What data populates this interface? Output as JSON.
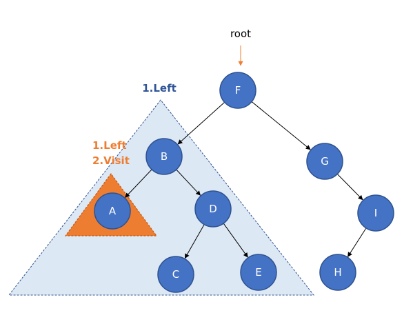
{
  "root_label": "root",
  "labels": {
    "outer_step1": "1.Left",
    "inner_step1": "1.Left",
    "inner_step2": "2.Visit"
  },
  "colors": {
    "node_fill": "#4472c4",
    "node_stroke": "#2f528f",
    "outer_region_fill": "#dde8f5",
    "outer_region_stroke": "#2f528f",
    "outer_label": "#2f5597",
    "inner_region_fill": "#ed7d31",
    "inner_label": "#ed7d31",
    "root_arrow": "#ed7d31"
  },
  "nodes": [
    {
      "id": "F",
      "label": "F"
    },
    {
      "id": "B",
      "label": "B"
    },
    {
      "id": "G",
      "label": "G"
    },
    {
      "id": "A",
      "label": "A"
    },
    {
      "id": "D",
      "label": "D"
    },
    {
      "id": "I",
      "label": "I"
    },
    {
      "id": "C",
      "label": "C"
    },
    {
      "id": "E",
      "label": "E"
    },
    {
      "id": "H",
      "label": "H"
    }
  ],
  "edges": [
    {
      "from": "F",
      "to": "B"
    },
    {
      "from": "F",
      "to": "G"
    },
    {
      "from": "B",
      "to": "A"
    },
    {
      "from": "B",
      "to": "D"
    },
    {
      "from": "D",
      "to": "C"
    },
    {
      "from": "D",
      "to": "E"
    },
    {
      "from": "G",
      "to": "I"
    },
    {
      "from": "I",
      "to": "H"
    }
  ]
}
